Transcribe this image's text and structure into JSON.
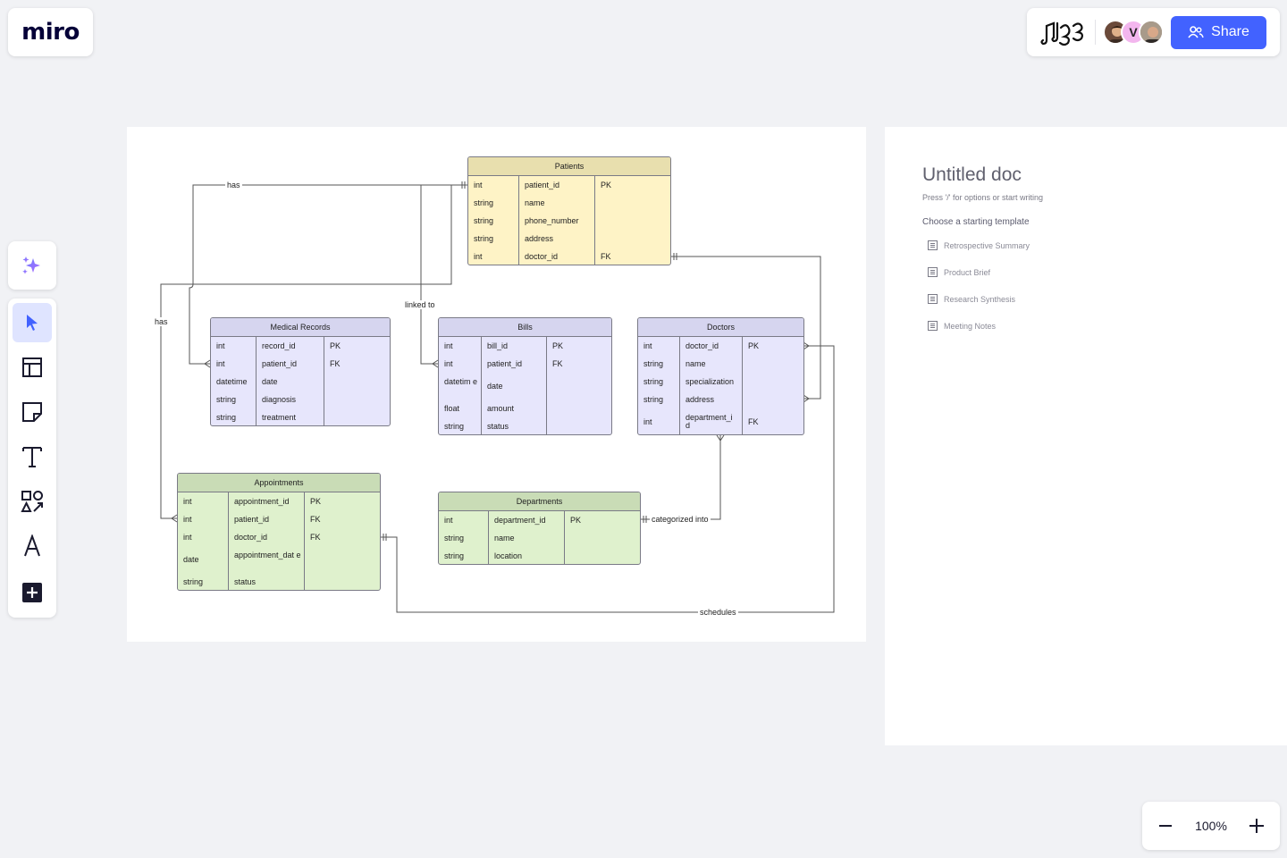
{
  "app": {
    "logo_text": "miro"
  },
  "header": {
    "share_label": "Share",
    "avatar_v": "V",
    "board_icon": "music-notes-board-icon"
  },
  "toolbar": {
    "tools": [
      "ai-sparkle-icon",
      "select-cursor-icon",
      "templates-icon",
      "sticky-note-icon",
      "text-icon",
      "shapes-icon",
      "pen-icon",
      "add-icon"
    ]
  },
  "zoom": {
    "level": "100%"
  },
  "erd": {
    "patients": {
      "title": "Patients",
      "rows": [
        {
          "type": "int",
          "name": "patient_id",
          "key": "PK"
        },
        {
          "type": "string",
          "name": "name",
          "key": ""
        },
        {
          "type": "string",
          "name": "phone_number",
          "key": ""
        },
        {
          "type": "string",
          "name": "address",
          "key": ""
        },
        {
          "type": "int",
          "name": "doctor_id",
          "key": "FK"
        }
      ]
    },
    "medical_records": {
      "title": "Medical Records",
      "rows": [
        {
          "type": "int",
          "name": "record_id",
          "key": "PK"
        },
        {
          "type": "int",
          "name": "patient_id",
          "key": "FK"
        },
        {
          "type": "datetime",
          "name": "date",
          "key": ""
        },
        {
          "type": "string",
          "name": "diagnosis",
          "key": ""
        },
        {
          "type": "string",
          "name": "treatment",
          "key": ""
        }
      ]
    },
    "bills": {
      "title": "Bills",
      "rows": [
        {
          "type": "int",
          "name": "bill_id",
          "key": "PK"
        },
        {
          "type": "int",
          "name": "patient_id",
          "key": "FK"
        },
        {
          "type": "datetim e",
          "name": "date",
          "key": ""
        },
        {
          "type": "float",
          "name": "amount",
          "key": ""
        },
        {
          "type": "string",
          "name": "status",
          "key": ""
        }
      ]
    },
    "doctors": {
      "title": "Doctors",
      "rows": [
        {
          "type": "int",
          "name": "doctor_id",
          "key": "PK"
        },
        {
          "type": "string",
          "name": "name",
          "key": ""
        },
        {
          "type": "string",
          "name": "specialization",
          "key": ""
        },
        {
          "type": "string",
          "name": "address",
          "key": ""
        },
        {
          "type": "int",
          "name": "department_i d",
          "key": "FK"
        }
      ]
    },
    "appointments": {
      "title": "Appointments",
      "rows": [
        {
          "type": "int",
          "name": "appointment_id",
          "key": "PK"
        },
        {
          "type": "int",
          "name": "patient_id",
          "key": "FK"
        },
        {
          "type": "int",
          "name": "doctor_id",
          "key": "FK"
        },
        {
          "type": "date",
          "name": "appointment_dat e",
          "key": ""
        },
        {
          "type": "string",
          "name": "status",
          "key": ""
        }
      ]
    },
    "departments": {
      "title": "Departments",
      "rows": [
        {
          "type": "int",
          "name": "department_id",
          "key": "PK"
        },
        {
          "type": "string",
          "name": "name",
          "key": ""
        },
        {
          "type": "string",
          "name": "location",
          "key": ""
        }
      ]
    },
    "relations": {
      "has_top": "has",
      "has_left": "has",
      "linked_to": "linked to",
      "categorized_into": "categorized into",
      "schedules": "schedules"
    }
  },
  "doc": {
    "title": "Untitled doc",
    "hint": "Press '/' for options or start writing",
    "choose": "Choose a starting template",
    "templates": [
      "Retrospective Summary",
      "Product Brief",
      "Research Synthesis",
      "Meeting Notes"
    ]
  },
  "colors": {
    "accent": "#4262ff",
    "patients": "#fef3c6",
    "lavender": "#e7e6fc",
    "green": "#dff1cd"
  }
}
